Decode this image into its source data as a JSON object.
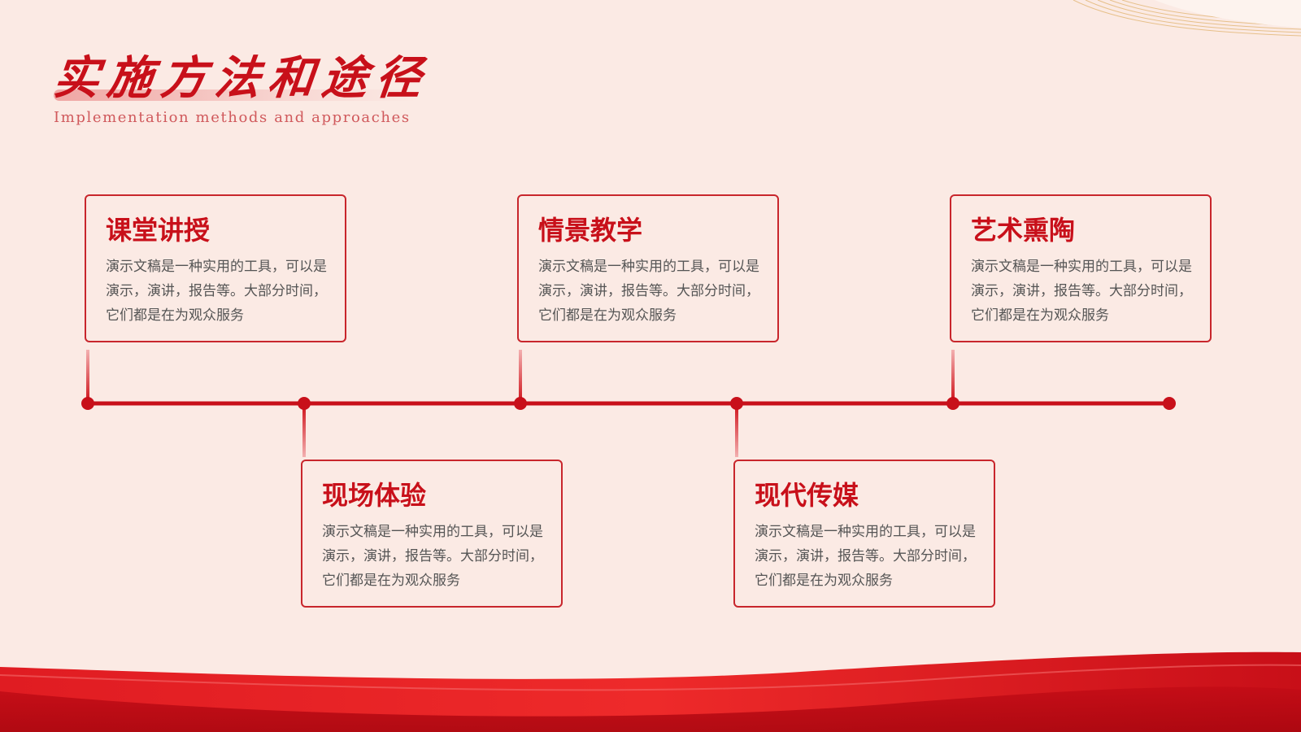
{
  "header": {
    "title": "实施方法和途径",
    "subtitle": "Implementation methods and approaches"
  },
  "colors": {
    "accent": "#c8101a",
    "background": "#fbeae4",
    "card_border": "#c8262c",
    "body_text": "#555555"
  },
  "steps": [
    {
      "title": "课堂讲授",
      "description": "演示文稿是一种实用的工具，可以是演示，演讲，报告等。大部分时间，它们都是在为观众服务"
    },
    {
      "title": "现场体验",
      "description": "演示文稿是一种实用的工具，可以是演示，演讲，报告等。大部分时间，它们都是在为观众服务"
    },
    {
      "title": "情景教学",
      "description": "演示文稿是一种实用的工具，可以是演示，演讲，报告等。大部分时间，它们都是在为观众服务"
    },
    {
      "title": "现代传媒",
      "description": "演示文稿是一种实用的工具，可以是演示，演讲，报告等。大部分时间，它们都是在为观众服务"
    },
    {
      "title": "艺术熏陶",
      "description": "演示文稿是一种实用的工具，可以是演示，演讲，报告等。大部分时间，它们都是在为观众服务"
    }
  ]
}
